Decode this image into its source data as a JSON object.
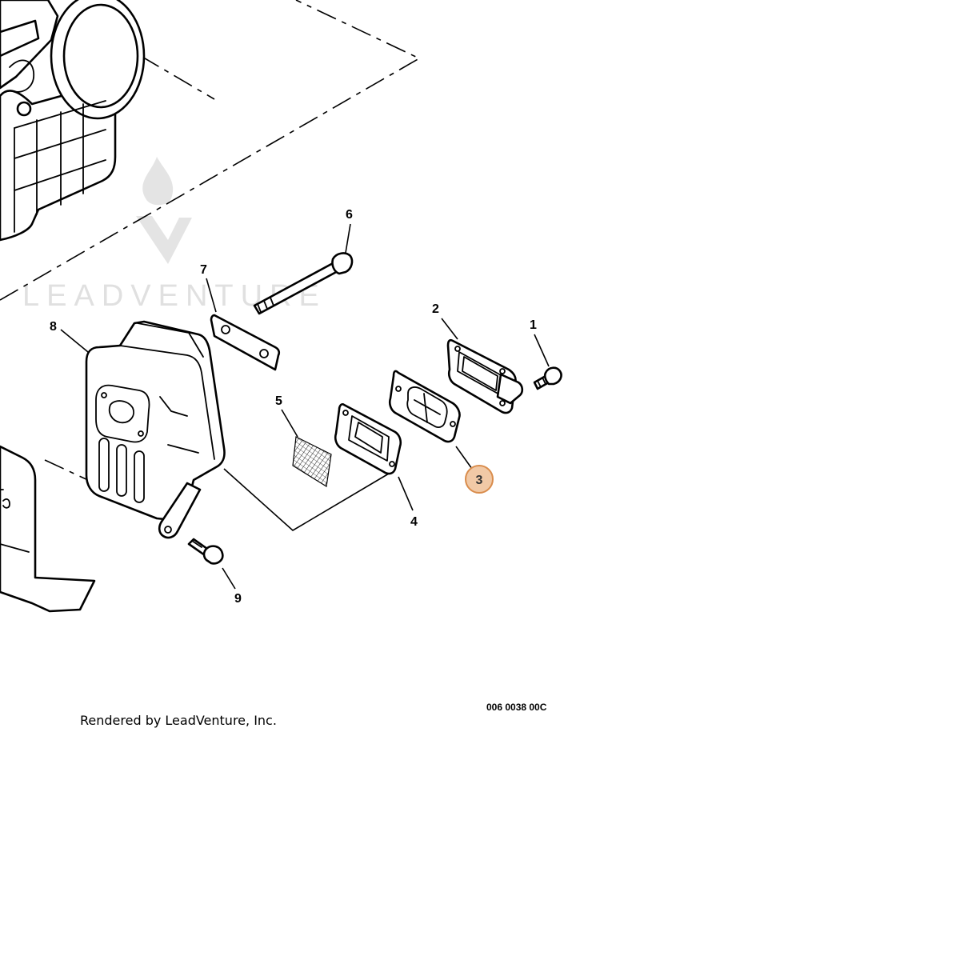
{
  "watermark": {
    "text": "LEADVENTURE"
  },
  "callouts": [
    {
      "id": "1",
      "label": "1"
    },
    {
      "id": "2",
      "label": "2"
    },
    {
      "id": "3",
      "label": "3",
      "highlighted": true
    },
    {
      "id": "4",
      "label": "4"
    },
    {
      "id": "5",
      "label": "5"
    },
    {
      "id": "6",
      "label": "6"
    },
    {
      "id": "7",
      "label": "7"
    },
    {
      "id": "8",
      "label": "8"
    },
    {
      "id": "9",
      "label": "9"
    }
  ],
  "footer": {
    "rendered_by": "Rendered by LeadVenture, Inc.",
    "drawing_code": "006 0038 00C"
  },
  "colors": {
    "highlight_fill": "#f1c9a6",
    "highlight_stroke": "#d98c4c",
    "line": "#000000",
    "watermark": "#d6d6d6"
  }
}
